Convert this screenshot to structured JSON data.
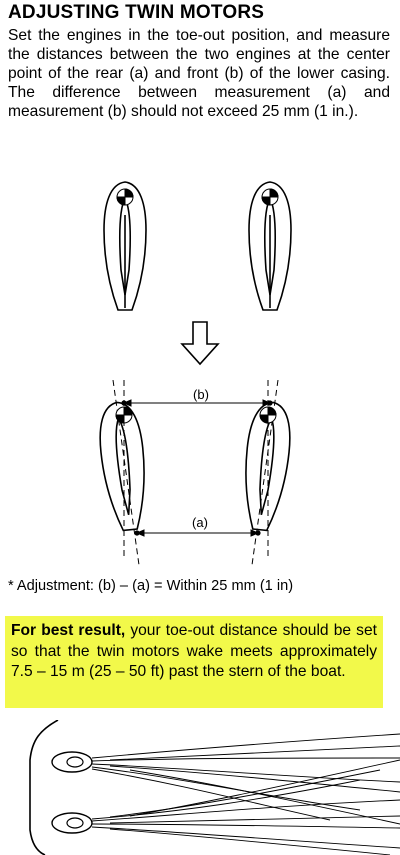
{
  "title": "ADJUSTING TWIN MOTORS",
  "intro": "Set the engines in the toe-out position, and measure the distances between the two engines at the center point of the rear (a) and front (b) of the lower casing. The difference between measurement (a) and measurement (b) should not exceed 25 mm (1 in.).",
  "diagram": {
    "label_b": "(b)",
    "label_a": "(a)"
  },
  "adjustment_note": "* Adjustment: (b) – (a) = Within 25 mm (1 in)",
  "tip": {
    "bold": "For best result,",
    "text": " your toe-out distance should be set so that the twin motors wake meets approximately 7.5 – 15 m (25 – 50 ft) past the stern of the boat."
  }
}
